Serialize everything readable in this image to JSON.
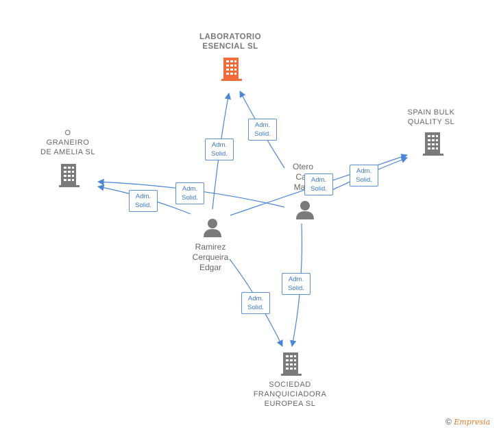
{
  "nodes": {
    "laboratorio": {
      "line1": "LABORATORIO",
      "line2": "ESENCIAL  SL"
    },
    "spain_bulk": {
      "line1": "SPAIN BULK",
      "line2": "QUALITY  SL"
    },
    "o_graneiro": {
      "line1": "O",
      "line2": "GRANEIRO",
      "line3": "DE AMELIA  SL"
    },
    "sociedad": {
      "line1": "SOCIEDAD",
      "line2": "FRANQUICIADORA",
      "line3": "EUROPEA  SL"
    }
  },
  "persons": {
    "ramirez": {
      "line1": "Ramirez",
      "line2": "Cerqueira",
      "line3": "Edgar"
    },
    "otero": {
      "line1": "Otero",
      "line2": "Cas",
      "line3": "Marc"
    }
  },
  "edge_label": {
    "line1": "Adm.",
    "line2": "Solid."
  },
  "footer": {
    "copyright": "©",
    "brand": "Empresia"
  },
  "colors": {
    "highlight": "#f26b3a",
    "node": "#7a7a7a",
    "edge": "#4a86d8"
  }
}
